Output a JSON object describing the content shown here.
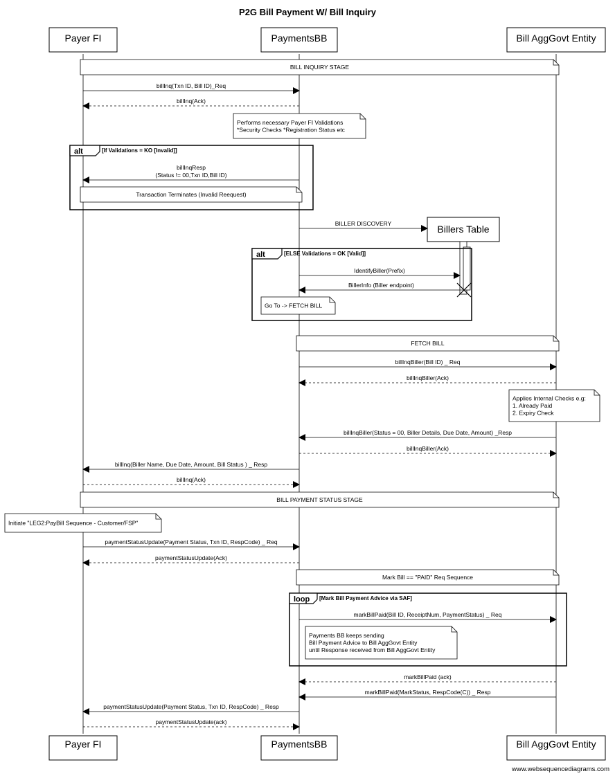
{
  "title": "P2G Bill Payment W/ Bill Inquiry",
  "watermark": "www.websequencediagrams.com",
  "participants": [
    "Payer FI",
    "PaymentsBB",
    "Bill AggGovt Entity"
  ],
  "created_participant": "Billers Table",
  "stages": [
    "BILL INQUIRY STAGE",
    "FETCH BILL",
    "BILL PAYMENT STATUS STAGE",
    "Mark Bill == \"PAID\" Req Sequence"
  ],
  "messages": [
    "billInq(Txn ID, Bill ID)_Req",
    "billInq(Ack)",
    "billInqResp",
    "(Status != 00,Txn ID,Bill ID)",
    "BILLER DISCOVERY",
    "IdentifyBiller(Prefix)",
    "BillerInfo (Biller endpoint)",
    "billInqBiller(Bill ID) _ Req",
    "billInqBiller(Ack)",
    "billInqBiller(Status = 00, Biller Details, Due Date, Amount) _Resp",
    "billInqBiller(Ack)",
    "billInq(Biller Name, Due Date, Amount, Bill Status ) _ Resp",
    "billInq(Ack)",
    "paymentStatusUpdate(Payment Status, Txn ID, RespCode) _ Req",
    "paymentStatusUpdate(Ack)",
    "markBillPaid(Bill ID, ReceiptNum, PaymentStatus) _ Req",
    "markBillPaid (ack)",
    "markBillPaid(MarkStatus, RespCode(C)) _ Resp",
    "paymentStatusUpdate(Payment Status, Txn ID, RespCode) _ Resp",
    "paymentStatusUpdate(ack)"
  ],
  "notes": [
    [
      "Performs necessary Payer FI Validations",
      " *Security Checks *Registration Status etc"
    ],
    [
      "Transaction Terminates (Invalid Reequest)"
    ],
    [
      "Go To -> FETCH BILL"
    ],
    [
      "Applies Internal Checks e.g:",
      " 1. Already Paid",
      " 2. Expiry Check"
    ],
    [
      "Initiate \"LEG2:PayBill Sequence - Customer/FSP\""
    ],
    [
      "Payments BB keeps sending",
      " Bill Payment Advice to Bill AggGovt Entity",
      " until Response received from Bill AggGovt Entity"
    ]
  ],
  "fragments": [
    {
      "tag": "alt",
      "guard": "[If  Validations = KO [Invalid]]"
    },
    {
      "tag": "alt",
      "guard": "[ELSE Validations = OK [Valid]]"
    },
    {
      "tag": "loop",
      "guard": "[Mark Bill Payment Advice via SAF]"
    }
  ]
}
